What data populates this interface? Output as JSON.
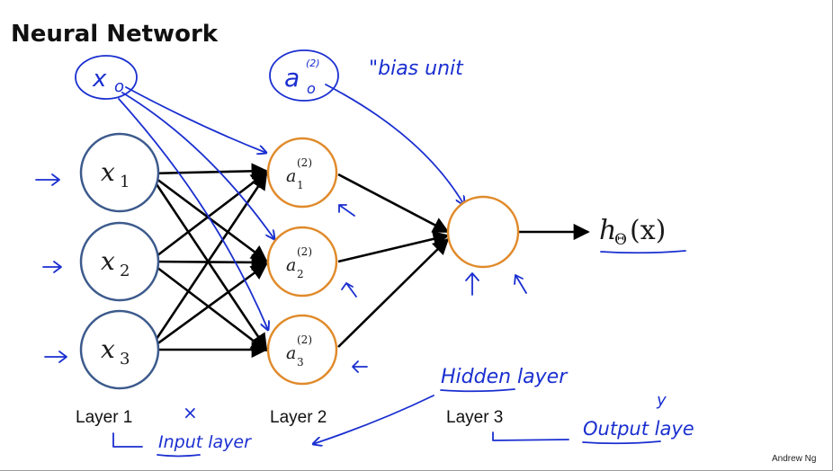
{
  "title": "Neural Network",
  "credit": "Andrew Ng",
  "colors": {
    "input_node": "#3c5a8c",
    "hidden_node": "#e08a2a",
    "edge": "#000000",
    "annotation_ink": "#1a2fd0"
  },
  "input_nodes": [
    {
      "var": "x",
      "sub": "1"
    },
    {
      "var": "x",
      "sub": "2"
    },
    {
      "var": "x",
      "sub": "3"
    }
  ],
  "hidden_nodes": [
    {
      "var": "a",
      "sub": "1",
      "sup": "(2)"
    },
    {
      "var": "a",
      "sub": "2",
      "sup": "(2)"
    },
    {
      "var": "a",
      "sub": "3",
      "sup": "(2)"
    }
  ],
  "output": {
    "h": "h",
    "theta": "Θ",
    "arg": "(x)"
  },
  "layer_labels": [
    "Layer 1",
    "Layer 2",
    "Layer 3"
  ],
  "annotations": {
    "bias_x": "x",
    "bias_x_sub": "o",
    "bias_a": "a",
    "bias_a_sup": "(2)",
    "bias_a_sub": "o",
    "bias_unit": "\"bias unit",
    "hidden_layer": "Hidden layer",
    "input_layer": "Input layer",
    "output_layer": "Output laye",
    "x_mark": "×",
    "y_mark": "y"
  }
}
